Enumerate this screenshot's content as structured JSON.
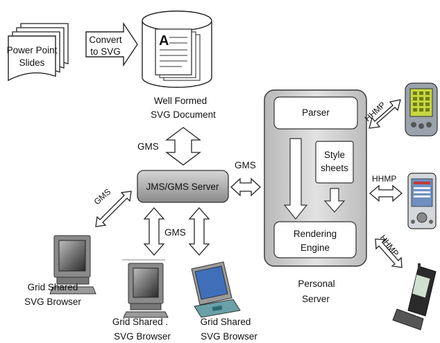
{
  "ppt": {
    "line1": "Power Point",
    "line2": "Slides"
  },
  "convert": {
    "line1": "Convert",
    "line2": "to SVG"
  },
  "svgdoc": {
    "letter": "A",
    "line1": "Well Formed",
    "line2": "SVG Document"
  },
  "links": {
    "doc_server": "GMS",
    "server_personal": "GMS",
    "server_left": "GMS",
    "server_bottom": "GMS",
    "ps_top_device": "HHMP",
    "ps_mid_device": "HHMP",
    "ps_bot_device": "HHMP"
  },
  "server": {
    "label": "JMS/GMS Server"
  },
  "personal": {
    "parser": "Parser",
    "style_line1": "Style",
    "style_line2": "sheets",
    "render_line1": "Rendering",
    "render_line2": "Engine",
    "caption_line1": "Personal",
    "caption_line2": "Server"
  },
  "browsers": [
    {
      "line1": "Grid Shared",
      "line2": "SVG Browser"
    },
    {
      "line1": "Grid Shared .",
      "line2": "SVG Browser"
    },
    {
      "line1": "Grid Shared",
      "line2": "SVG Browser"
    }
  ]
}
